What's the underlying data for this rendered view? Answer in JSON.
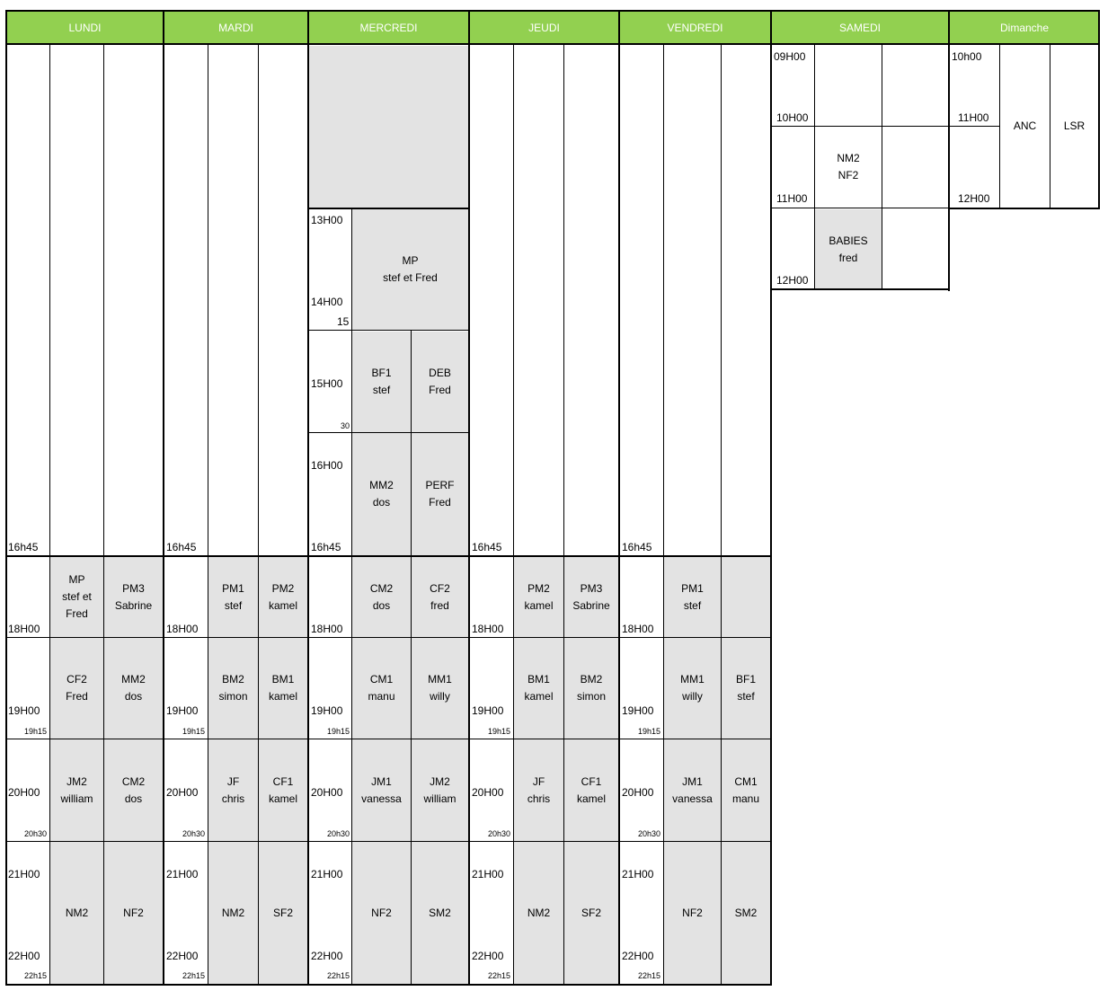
{
  "days": [
    "LUNDI",
    "MARDI",
    "MERCREDI",
    "JEUDI",
    "VENDREDI",
    "SAMEDI",
    "Dimanche"
  ],
  "colors": {
    "header": "#92d050",
    "header_text": "#ffffff",
    "booked": "#e3e3e3",
    "grid": "#000000"
  },
  "weekday_times": {
    "t1645": "16h45",
    "t18": "18H00",
    "t19": "19H00",
    "t1915": "19h15",
    "t20": "20H00",
    "t2030": "20h30",
    "t21": "21H00",
    "t22": "22H00",
    "t2215": "22h15"
  },
  "lundi": {
    "c18a": [
      "MP",
      "stef et",
      "Fred"
    ],
    "c18b": [
      "PM3",
      "Sabrine"
    ],
    "c19a": [
      "CF2",
      "Fred"
    ],
    "c19b": [
      "MM2",
      "dos"
    ],
    "c20a": [
      "JM2",
      "william"
    ],
    "c20b": [
      "CM2",
      "dos"
    ],
    "c21a": [
      "NM2"
    ],
    "c21b": [
      "NF2"
    ]
  },
  "mardi": {
    "c18a": [
      "PM1",
      "stef"
    ],
    "c18b": [
      "PM2",
      "kamel"
    ],
    "c19a": [
      "BM2",
      "simon"
    ],
    "c19b": [
      "BM1",
      "kamel"
    ],
    "c20a": [
      "JF",
      "chris"
    ],
    "c20b": [
      "CF1",
      "kamel"
    ],
    "c21a": [
      "NM2"
    ],
    "c21b": [
      "SF2"
    ]
  },
  "mercredi": {
    "t13": "13H00",
    "t14": "14H00",
    "t15": "15",
    "t1500": "15H00",
    "t30": "30",
    "t16": "16H00",
    "mp": [
      "MP",
      "stef et Fred"
    ],
    "bf1": [
      "BF1",
      "stef"
    ],
    "deb": [
      "DEB",
      "Fred"
    ],
    "mm2": [
      "MM2",
      "dos"
    ],
    "perf": [
      "PERF",
      "Fred"
    ],
    "c18a": [
      "CM2",
      "dos"
    ],
    "c18b": [
      "CF2",
      "fred"
    ],
    "c19a": [
      "CM1",
      "manu"
    ],
    "c19b": [
      "MM1",
      "willy"
    ],
    "c20a": [
      "JM1",
      "vanessa"
    ],
    "c20b": [
      "JM2",
      "william"
    ],
    "c21a": [
      "NF2"
    ],
    "c21b": [
      "SM2"
    ]
  },
  "jeudi": {
    "c18a": [
      "PM2",
      "kamel"
    ],
    "c18b": [
      "PM3",
      "Sabrine"
    ],
    "c19a": [
      "BM1",
      "kamel"
    ],
    "c19b": [
      "BM2",
      "simon"
    ],
    "c20a": [
      "JF",
      "chris"
    ],
    "c20b": [
      "CF1",
      "kamel"
    ],
    "c21a": [
      "NM2"
    ],
    "c21b": [
      "SF2"
    ]
  },
  "vendredi": {
    "c18a": [
      "PM1",
      "stef"
    ],
    "c19a": [
      "MM1",
      "willy"
    ],
    "c19b": [
      "BF1",
      "stef"
    ],
    "c20a": [
      "JM1",
      "vanessa"
    ],
    "c20b": [
      "CM1",
      "manu"
    ],
    "c21a": [
      "NF2"
    ],
    "c21b": [
      "SM2"
    ]
  },
  "samedi": {
    "t09": "09H00",
    "t10": "10H00",
    "t11": "11H00",
    "t12": "12H00",
    "nm2": [
      "NM2",
      "NF2"
    ],
    "babies": [
      "BABIES",
      "fred"
    ]
  },
  "dimanche": {
    "t10": "10h00",
    "t11": "11H00",
    "t12": "12H00",
    "anc": [
      "ANC"
    ],
    "lsr": [
      "LSR"
    ]
  }
}
